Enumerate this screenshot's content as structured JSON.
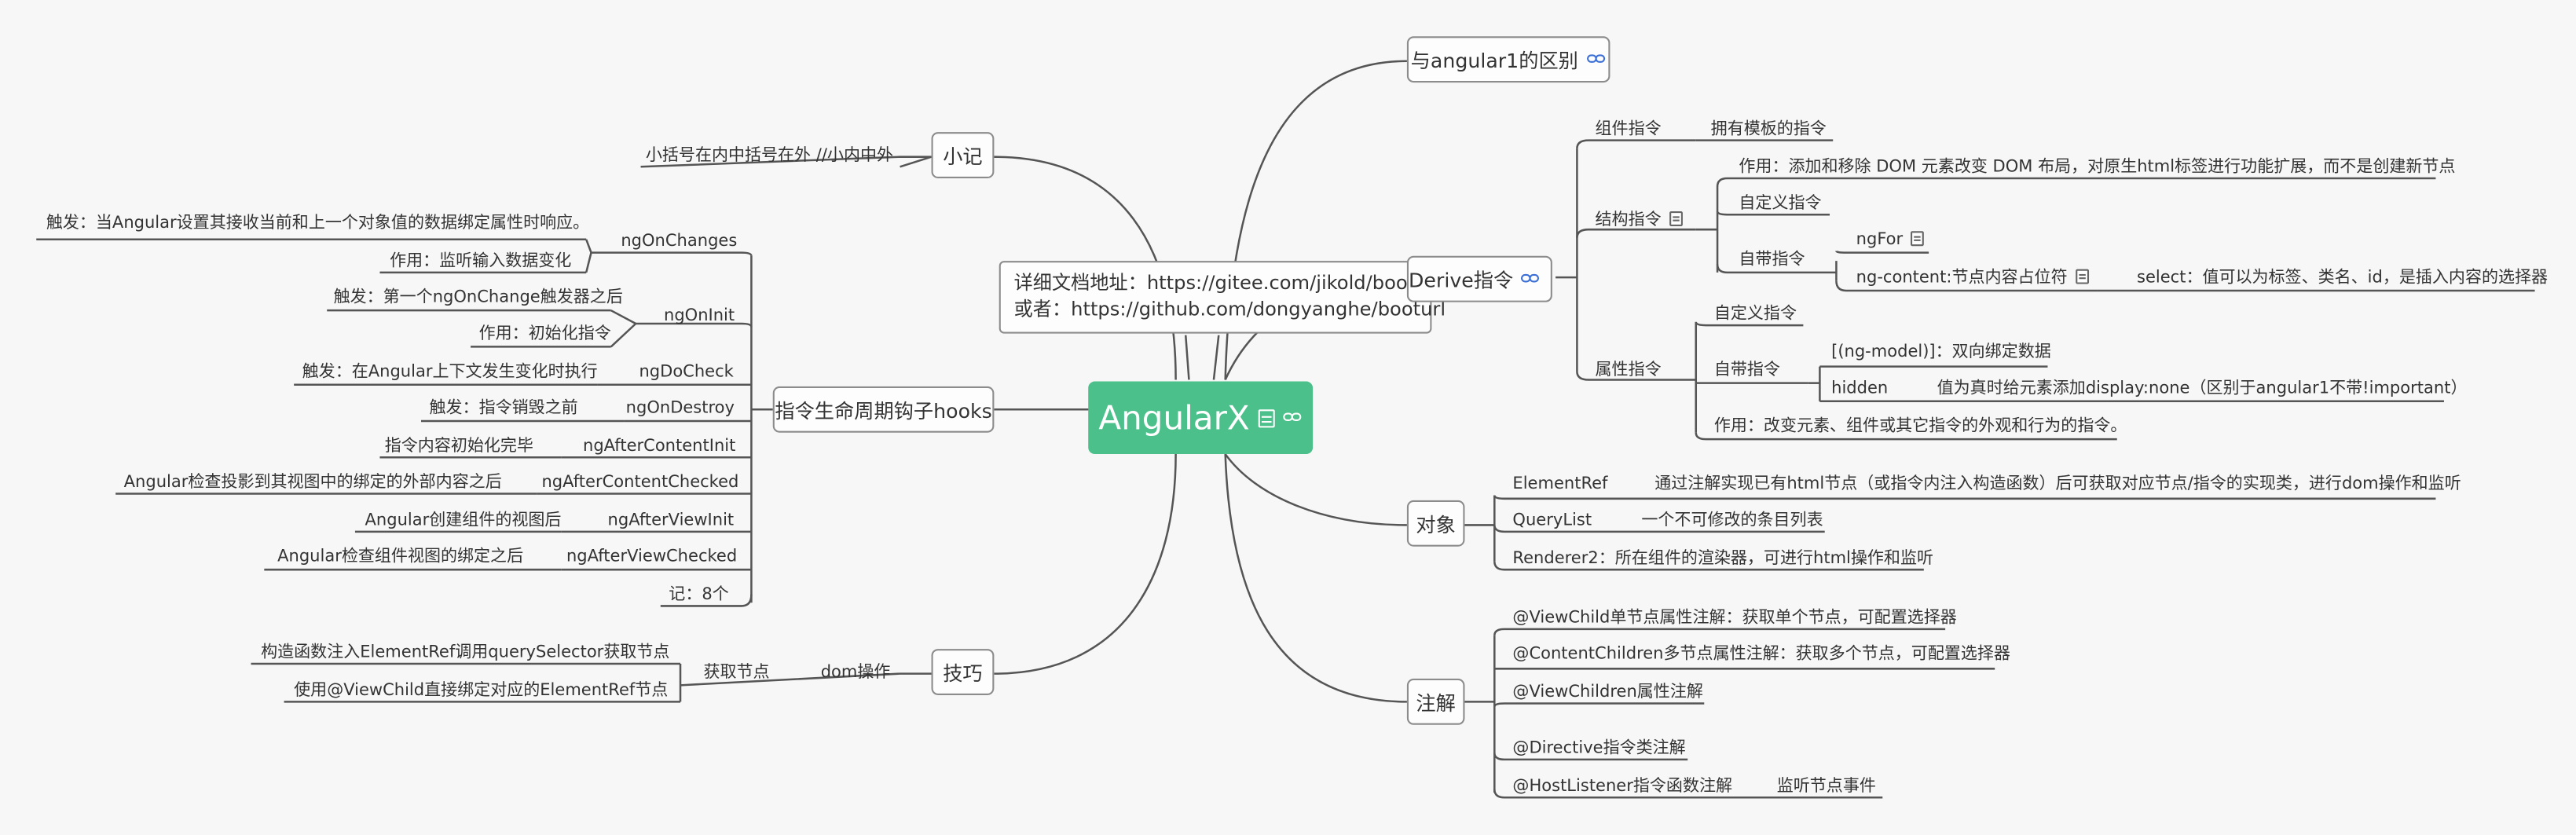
{
  "root": {
    "label": "AngularX",
    "note_icon": "note-icon",
    "link_icon": "link-icon"
  },
  "detail": {
    "line1": "详细文档地址：https://gitee.com/jikold/booturl",
    "line2": "或者：https://github.com/dongyanghe/booturl"
  },
  "topics": {
    "angular1": "与angular1的区别",
    "derive": "Derive指令",
    "object": "对象",
    "annotation": "注解",
    "xiaoji": "小记",
    "hooks": "指令生命周期钩子hooks",
    "tips": "技巧"
  },
  "derive": {
    "component": {
      "label": "组件指令",
      "child": "拥有模板的指令"
    },
    "structural": {
      "label": "结构指令",
      "role": "作用：添加和移除 DOM 元素改变 DOM 布局，对原生html标签进行功能扩展，而不是创建新节点",
      "custom": "自定义指令",
      "builtin": "自带指令",
      "ngfor": "ngFor",
      "ngcontent": "ng-content:节点内容占位符",
      "select": "select：值可以为标签、类名、id，是插入内容的选择器"
    },
    "attribute": {
      "label": "属性指令",
      "custom": "自定义指令",
      "builtin": "自带指令",
      "ngmodel": "[(ng-model)]：双向绑定数据",
      "hidden": "hidden",
      "hidden_desc": "值为真时给元素添加display:none（区别于angular1不带!important）",
      "role": "作用：改变元素、组件或其它指令的外观和行为的指令。"
    }
  },
  "object": {
    "elementref": "ElementRef",
    "elementref_desc": "通过注解实现已有html节点（或指令内注入构造函数）后可获取对应节点/指令的实现类，进行dom操作和监听",
    "querylist": "QueryList",
    "querylist_desc": "一个不可修改的条目列表",
    "renderer": "Renderer2：所在组件的渲染器，可进行html操作和监听"
  },
  "annotation": {
    "viewchild": "@ViewChild单节点属性注解：获取单个节点，可配置选择器",
    "contentchildren": "@ContentChildren多节点属性注解：获取多个节点，可配置选择器",
    "viewchildren": "@ViewChildren属性注解",
    "directive": "@Directive指令类注解",
    "hostlistener": "@HostListener指令函数注解",
    "hostlistener_desc": "监听节点事件"
  },
  "xiaoji": {
    "child": "小括号在内中括号在外 //小内中外"
  },
  "hooks": {
    "ngonchanges": "ngOnChanges",
    "ngonchanges_trigger": "触发：当Angular设置其接收当前和上一个对象值的数据绑定属性时响应。",
    "ngonchanges_role": "作用：监听输入数据变化",
    "ngoninit": "ngOnInit",
    "ngoninit_trigger": "触发：第一个ngOnChange触发器之后",
    "ngoninit_role": "作用：初始化指令",
    "ngdocheck": "ngDoCheck",
    "ngdocheck_desc": "触发：在Angular上下文发生变化时执行",
    "ngondestroy": "ngOnDestroy",
    "ngondestroy_desc": "触发：指令销毁之前",
    "ngaftercontentinit": "ngAfterContentInit",
    "ngaftercontentinit_desc": "指令内容初始化完毕",
    "ngaftercontentchecked": "ngAfterContentChecked",
    "ngaftercontentchecked_desc": "Angular检查投影到其视图中的绑定的外部内容之后",
    "ngafterviewinit": "ngAfterViewInit",
    "ngafterviewinit_desc": "Angular创建组件的视图后",
    "ngafterviewchecked": "ngAfterViewChecked",
    "ngafterviewchecked_desc": "Angular检查组件视图的绑定之后",
    "count": "记：8个"
  },
  "tips": {
    "dom": "dom操作",
    "getnode": "获取节点",
    "method1": "构造函数注入ElementRef调用querySelector获取节点",
    "method2": "使用@ViewChild直接绑定对应的ElementRef节点"
  }
}
